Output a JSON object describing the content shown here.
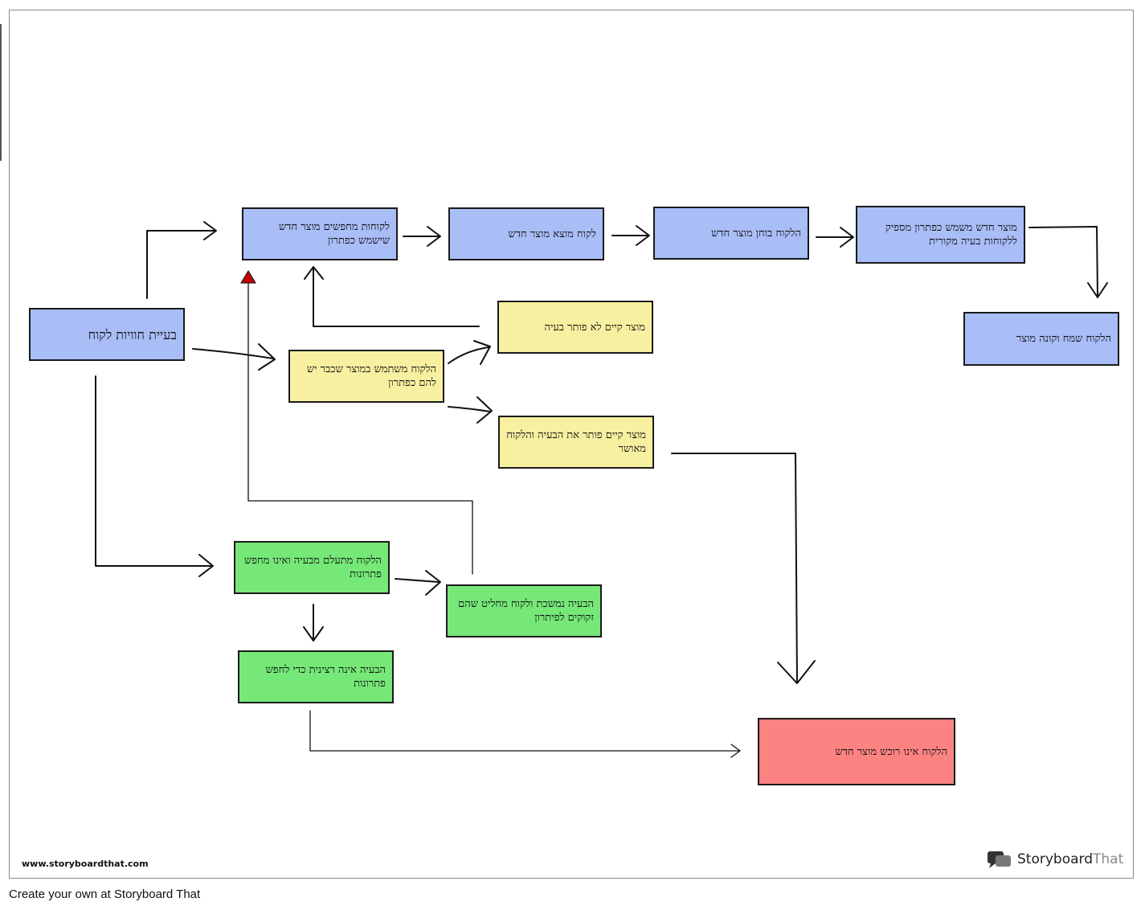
{
  "boxes": {
    "root": "בעיית חוויות לקוח",
    "search_new": "לקוחות מחפשים מוצר חדש שישמש כפתרון",
    "finds_new": "לקוח מוצא מוצר חדש",
    "tests_new": "הלקוח בוחן מוצר חדש",
    "new_serves": "מוצר חדש משמש כפתרון מספיק ללקוחות בעיה מקורית",
    "buys": "הלקוח שמח וקונה מוצר",
    "uses_existing": "הלקוח משתמש במוצר שכבר יש להם כפתרון",
    "existing_fails": "מוצר קיים לא פותר בעיה",
    "existing_solves": "מוצר קיים פותר את הבעיה והלקוח מאושר",
    "ignores": "הלקוח מתעלם מבעיה ואינו מחפש פתרונות",
    "persists": "הבעיה נמשכת ולקוח מחליט שהם זקוקים לפיתרון",
    "not_serious": "הבעיה אינה רצינית כדי לחפש פתרונות",
    "no_buy": "הלקוח אינו רוכש מוצר חדש"
  },
  "colors": {
    "blue": "#a9bdf7",
    "yellow": "#f7f0a0",
    "green": "#76e878",
    "red": "#fd8383",
    "arrowhead_red": "#c00000"
  },
  "watermark": "www.storyboardthat.com",
  "logo": {
    "part1": "Storyboard",
    "part2": "That"
  },
  "footer": "Create your own at Storyboard That"
}
